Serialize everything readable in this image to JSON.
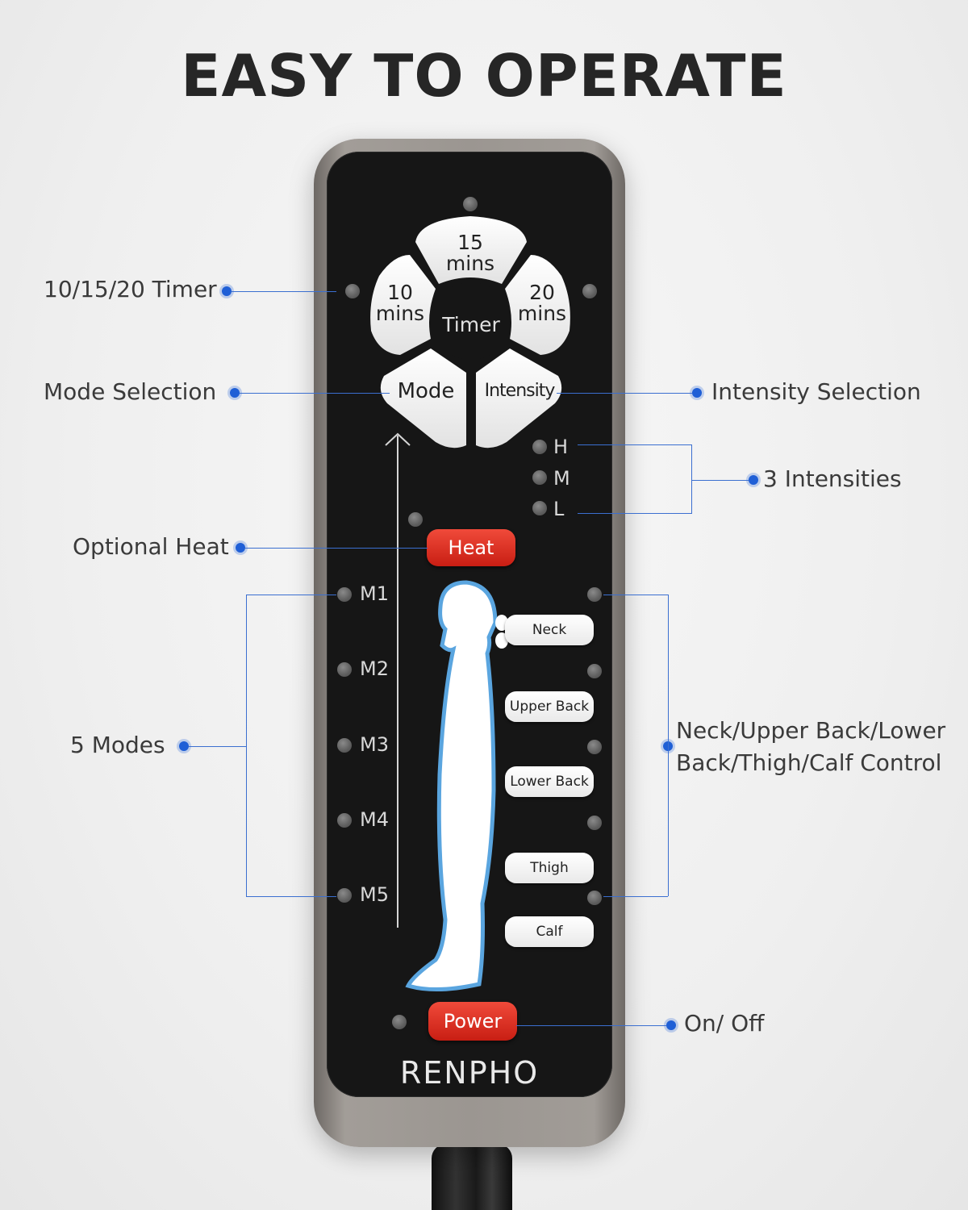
{
  "title": "EASY TO OPERATE",
  "brand": "RENPHO",
  "timer": {
    "center": "Timer",
    "t10": [
      "10",
      "mins"
    ],
    "t15": [
      "15",
      "mins"
    ],
    "t20": [
      "20",
      "mins"
    ]
  },
  "buttons": {
    "mode": "Mode",
    "intensity": "Intensity",
    "heat": "Heat",
    "power": "Power",
    "neck": "Neck",
    "upper_back": "Upper Back",
    "lower_back": "Lower Back",
    "thigh": "Thigh",
    "calf": "Calf"
  },
  "intensity_levels": [
    "H",
    "M",
    "L"
  ],
  "modes": [
    "M1",
    "M2",
    "M3",
    "M4",
    "M5"
  ],
  "callouts": {
    "timer": "10/15/20 Timer",
    "mode": "Mode Selection",
    "intensity": "Intensity Selection",
    "intensities": "3 Intensities",
    "heat": "Optional Heat",
    "modes": "5 Modes",
    "zones_line1": "Neck/Upper Back/Lower",
    "zones_line2": "Back/Thigh/Calf Control",
    "power": "On/ Off"
  },
  "colors": {
    "accent_blue": "#1f5fd6",
    "button_red": "#d9281b",
    "panel": "#161616"
  }
}
